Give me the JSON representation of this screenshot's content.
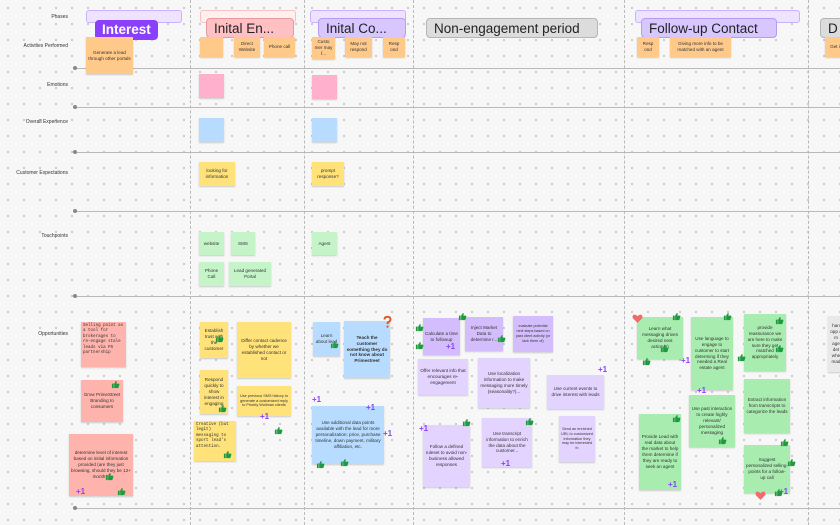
{
  "rows": {
    "phases": "Phases",
    "activities": "Activities Performed",
    "emotions": "Emotions",
    "experience": "Overall Experience",
    "expectations": "Customer Expectations",
    "touchpoints": "Touchpoints",
    "opportunities": "Opportunities"
  },
  "phases": {
    "interest": "Interest",
    "initial_engagement": "Inital En...",
    "initial_contact": "Inital Co...",
    "non_engagement": "Non-engagement period",
    "follow_up": "Follow-up Contact",
    "next": "D"
  },
  "activities": {
    "interest_1": "Generate a lead through other portals",
    "eng_1": "Direct Website",
    "eng_2": "Phone call",
    "con_1": "Custo mer may f...",
    "con_2": "May not respond",
    "con_3": "Resp ond",
    "fu_1": "Resp ond",
    "fu_2": "Giving more info to be matched with an agent",
    "next_1": "Get i"
  },
  "expectations": {
    "eng": "looking for information",
    "con": "prompt response?"
  },
  "touchpoints": {
    "website": "website",
    "sms": "SMS",
    "phone": "Phone Call",
    "portal": "Lead generated Portal",
    "agent": "Agent"
  },
  "opportunities": {
    "int_1": "Selling point as a tool for brokerages to re-engage stale leads via PS partnership",
    "int_2": "Grow PrimeStreet Branding to consumers",
    "int_3": "determine level of interest based on initial information provided (are they just browsing, should they be 12+ month?)",
    "eng_1": "Establish trust with the customer",
    "eng_2": "Differ contact cadence by whether we established contact or not",
    "eng_3": "Respond quickly to show interest in engaging",
    "eng_4": "Use previous SMS history to generate a customized reply to Priority Wollman clients",
    "eng_5": "Creative (but legit) messaging to sport lead's attention.",
    "con_1": "Learn about lead",
    "con_2": "Teach the customer something they do not know about Primestreet",
    "con_3": "Use additional data points available with the lead for more personalization: price, purchase timeline, down payment, military affiliation, etc.",
    "ne_1": "Calculate a time to followup",
    "ne_2": "Inject Market Data to determine r...",
    "ne_3": "evaluate potential next steps based on past client activity (or lack there of)",
    "ne_4": "Offer relevant info that encourages re-engagement",
    "ne_5": "Use localization information to make messaging more timely (seasonality?)...",
    "ne_6": "Use current events to drive interest with leads",
    "ne_7": "Follow a defined ruleset to avoid non-business allowed responses",
    "ne_8": "Use transcript information to enrich the data about the customer...",
    "ne_9": "Send an enriched URL to customized information they may be interested in",
    "fu_1": "Learn what messaging drives desired next action(s)",
    "fu_2": "Use language to engage to customer to start determing if they needed a Real estate agent",
    "fu_3": "provide reassurance we are here to make sure they get matched appropriately",
    "fu_4": "Provide Lead with real data about the market to help them determine if they are ready to seek an agent",
    "fu_5": "Use past interaction to create highly relevant/ personalized messaging",
    "fu_6": "Extract information from transcripts to categorize the leads",
    "fu_7": "Suggest personalized selling-points for a follow-up call",
    "next_1": "han opp a m age det whe mad"
  },
  "badges": {
    "plus_one": "+1"
  },
  "colors": {
    "interest_phase": "#8a3ffc",
    "engagement_phase": "#ffc0c4",
    "contact_phase": "#d8c6ff",
    "non_engagement_phase": "#dcdcdc",
    "follow_up_phase": "#d8c6ff"
  }
}
